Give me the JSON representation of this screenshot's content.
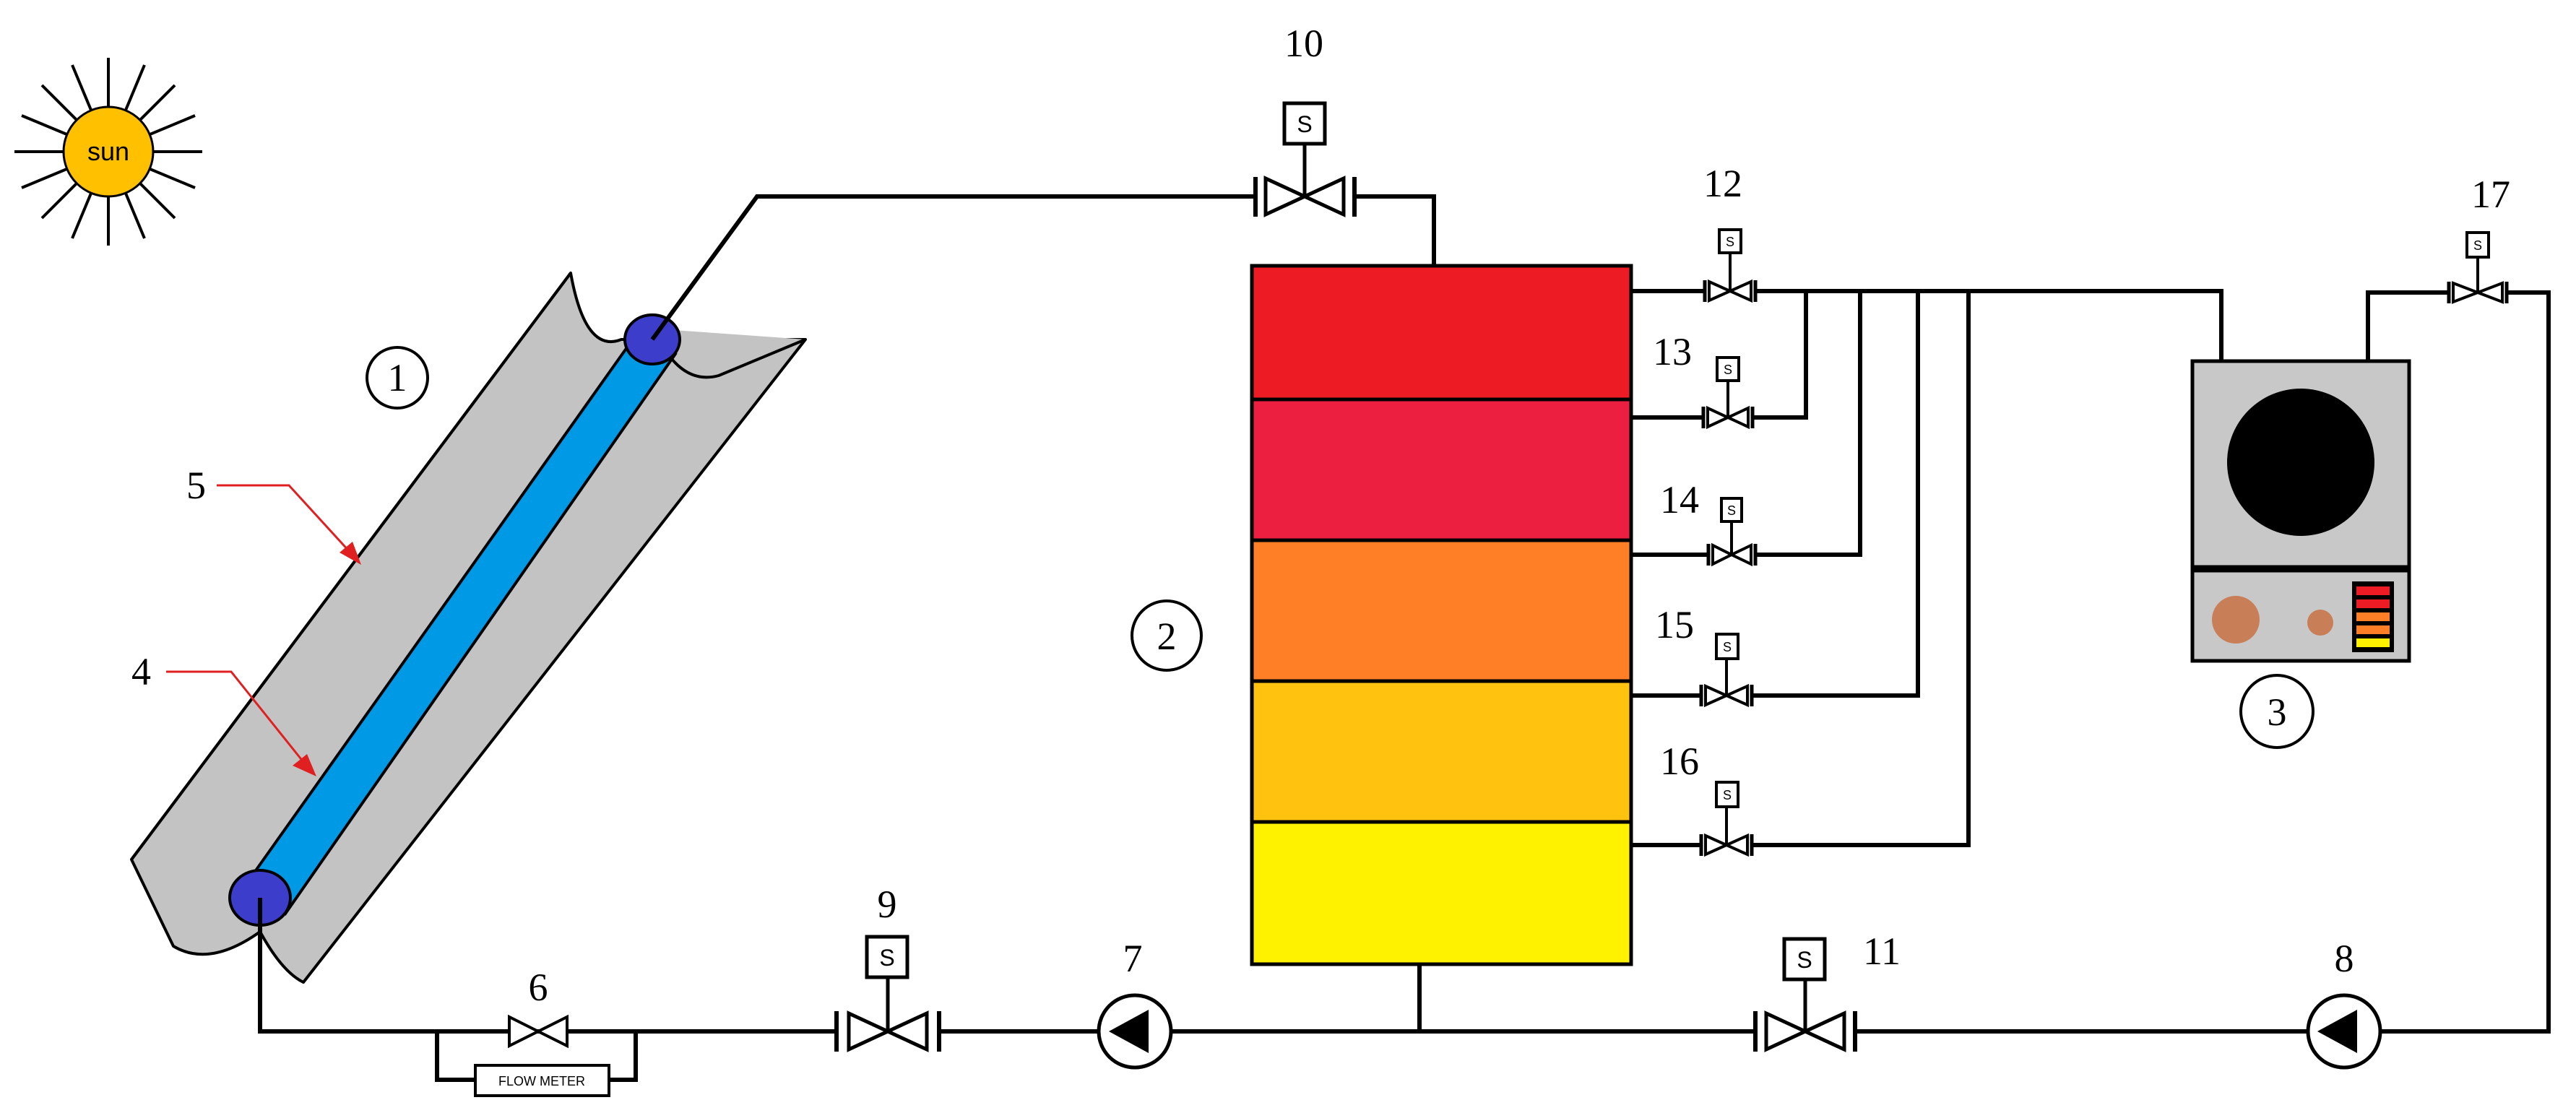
{
  "labels": {
    "sun": "sun",
    "flow_meter": "FLOW METER",
    "solenoid_symbol": "S",
    "n1": "1",
    "n2": "2",
    "n3": "3",
    "n4": "4",
    "n5": "5",
    "n6": "6",
    "n7": "7",
    "n8": "8",
    "n9": "9",
    "n10": "10",
    "n11": "11",
    "n12": "12",
    "n13": "13",
    "n14": "14",
    "n15": "15",
    "n16": "16",
    "n17": "17"
  },
  "colors": {
    "collector": "#c3c3c3",
    "absorber_tube": "#0099e6",
    "tube_end": "#3d3dcc",
    "sun": "#ffc000",
    "tank_layers": [
      "#ed1c24",
      "#ed1f41",
      "#ff7f27",
      "#ffc20e",
      "#fff200"
    ],
    "arrow": "#e02020",
    "pump_knob_large": "#c87f58",
    "pump_knob_small": "#c87f58",
    "indicator_bars": [
      "#ed1c24",
      "#ed1c24",
      "#ff7f27",
      "#ff7f27",
      "#fff200"
    ]
  }
}
